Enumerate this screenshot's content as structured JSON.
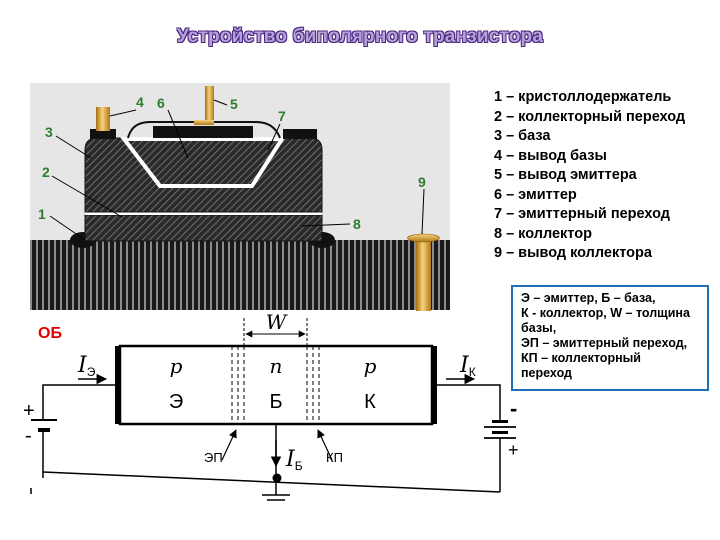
{
  "title": "Устройство биполярного транзистора",
  "legend": [
    "1 – кристоллодержатель",
    "2 – коллекторный переход",
    "3 – база",
    "4 – вывод базы",
    "5 – вывод эмиттера",
    "6 – эмиттер",
    "7 – эмиттерный переход",
    "8 – коллектор",
    "9 – вывод коллектора"
  ],
  "device_callouts": [
    "1",
    "2",
    "3",
    "4",
    "5",
    "6",
    "7",
    "8",
    "9"
  ],
  "infobox": [
    "Э – эмиттер, Б – база,",
    "К - коллектор, W – толщина",
    "базы,",
    "ЭП – эмиттерный переход,",
    "КП – коллекторный",
    "переход"
  ],
  "circuit": {
    "config_label": "ОБ",
    "width_label": "W",
    "regions": [
      {
        "type": "p",
        "name": "Э"
      },
      {
        "type": "n",
        "name": "Б"
      },
      {
        "type": "p",
        "name": "К"
      }
    ],
    "junction_labels": {
      "emitter": "ЭП",
      "collector": "КП"
    },
    "currents": {
      "emitter": {
        "symbol": "I",
        "sub": "Э"
      },
      "collector": {
        "symbol": "I",
        "sub": "К"
      },
      "base": {
        "symbol": "I",
        "sub": "Б"
      }
    },
    "left_battery": {
      "top_sign": "+",
      "bottom_sign": "-"
    },
    "right_battery": {
      "top_sign": "-",
      "bottom_sign": "+"
    }
  },
  "colors": {
    "title_fill": "#b8a0e0",
    "title_outline": "#4a2a7a",
    "callout_green": "#2e7d32",
    "config_red": "#e00000",
    "infobox_border": "#1f6fb6",
    "lead_gold": "#d9a21e"
  }
}
